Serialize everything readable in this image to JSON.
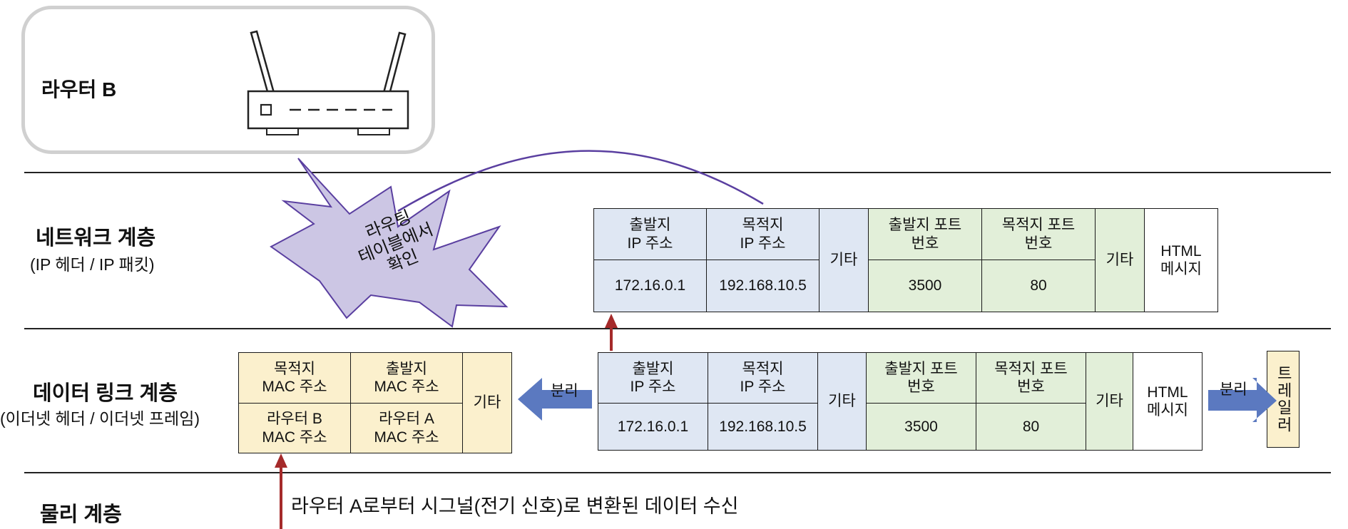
{
  "router": {
    "label": "라우터 B"
  },
  "layers": {
    "network": {
      "title": "네트워크 계층",
      "subtitle": "(IP 헤더 / IP 패킷)"
    },
    "datalink": {
      "title": "데이터 링크 계층",
      "subtitle": "(이더넷 헤더 / 이더넷 프레임)"
    },
    "physical": {
      "title": "물리 계층"
    }
  },
  "burst": {
    "text": "라우팅\n테이블에서\n확인"
  },
  "network_packet": {
    "headers": [
      "출발지\nIP 주소",
      "목적지\nIP 주소",
      "기타",
      "출발지 포트\n번호",
      "목적지 포트\n번호",
      "기타",
      "HTML\n메시지"
    ],
    "values": [
      "172.16.0.1",
      "192.168.10.5",
      "3500",
      "80"
    ]
  },
  "datalink_packet": {
    "headers": [
      "출발지\nIP 주소",
      "목적지\nIP 주소",
      "기타",
      "출발지 포트\n번호",
      "목적지 포트\n번호",
      "기타",
      "HTML\n메시지"
    ],
    "values": [
      "172.16.0.1",
      "192.168.10.5",
      "3500",
      "80"
    ]
  },
  "ethernet_header": {
    "headers": [
      "목적지\nMAC 주소",
      "출발지\nMAC 주소",
      "기타"
    ],
    "values": [
      "라우터 B\nMAC 주소",
      "라우터 A\nMAC 주소"
    ]
  },
  "trailer": {
    "label": "트레일러"
  },
  "arrows": {
    "left_label": "분리",
    "right_label": "분리"
  },
  "physical": {
    "description": "라우터 A로부터 시그널(전기 신호)로 변환된 데이터 수신"
  },
  "colors": {
    "ip": "#dfe7f3",
    "tcp": "#e2efd9",
    "eth": "#fbf0cd",
    "burst": "#ccc6e4",
    "burst_stroke": "#5a3fa0",
    "blue_arrow": "#5b79c0",
    "red_arrow": "#a52a2a"
  }
}
